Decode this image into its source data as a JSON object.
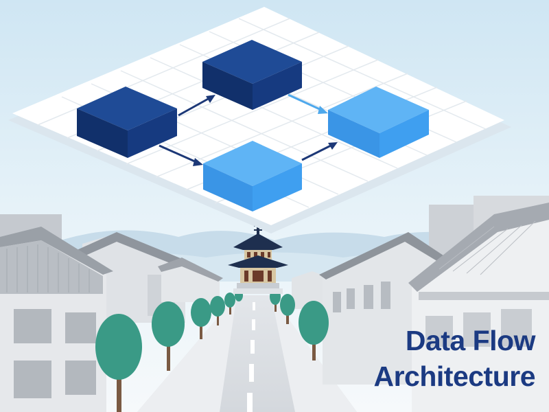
{
  "title": {
    "line1": "Data Flow",
    "line2": "Architecture"
  },
  "colors": {
    "sky_top": "#cfe6f3",
    "sky_bottom": "#f4f9fc",
    "platform": "#ffffff",
    "platform_edge": "#d7e4ee",
    "block_dark": "#163a80",
    "block_bright": "#3f9ff0",
    "arrow_dark": "#1c3877",
    "arrow_light": "#4ea8ec",
    "title_text": "#1b3a82",
    "tree_green": "#3a9a86",
    "building_gray": "#c9ccd1",
    "roof_gray": "#8f949b",
    "pagoda_roof": "#1e2f4f"
  },
  "icons": [
    "process-block",
    "flow-arrow",
    "pagoda",
    "tree",
    "building",
    "road"
  ]
}
